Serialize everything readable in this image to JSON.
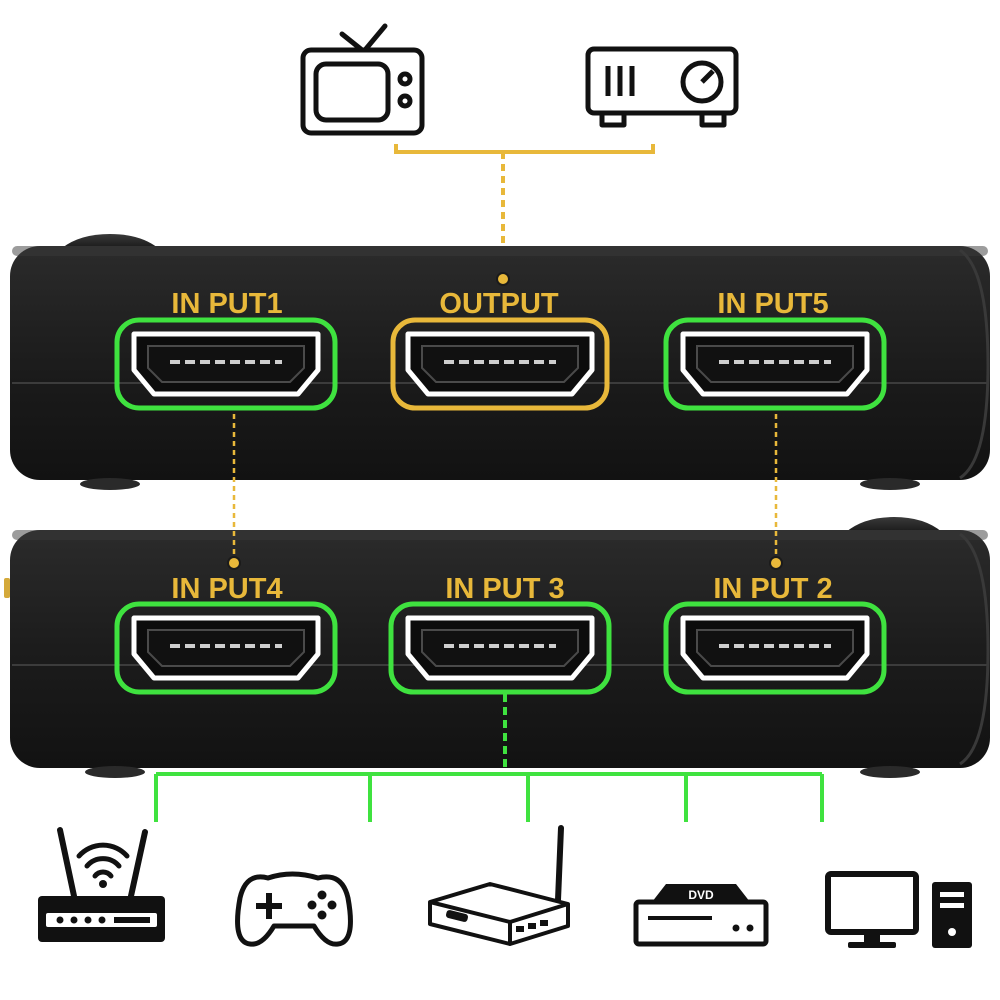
{
  "colors": {
    "accent_yellow": "#e8b83a",
    "accent_green": "#3fe23f",
    "body_dark": "#1b1b1b",
    "body_edge": "#2e2e2e",
    "icon_stroke": "#111111"
  },
  "ports": {
    "input1": {
      "label": "IN PUT1",
      "kind": "input"
    },
    "output": {
      "label": "OUTPUT",
      "kind": "output"
    },
    "input5": {
      "label": "IN PUT5",
      "kind": "input"
    },
    "input4": {
      "label": "IN PUT4",
      "kind": "input"
    },
    "input3": {
      "label": "IN PUT 3",
      "kind": "input"
    },
    "input2": {
      "label": "IN PUT 2",
      "kind": "input"
    }
  },
  "output_devices": [
    "tv-icon",
    "projector-icon"
  ],
  "source_devices": [
    "wifi-router-icon",
    "gamepad-icon",
    "set-top-box-icon",
    "dvd-player-icon",
    "desktop-computer-icon"
  ],
  "dvd_badge": "DVD"
}
